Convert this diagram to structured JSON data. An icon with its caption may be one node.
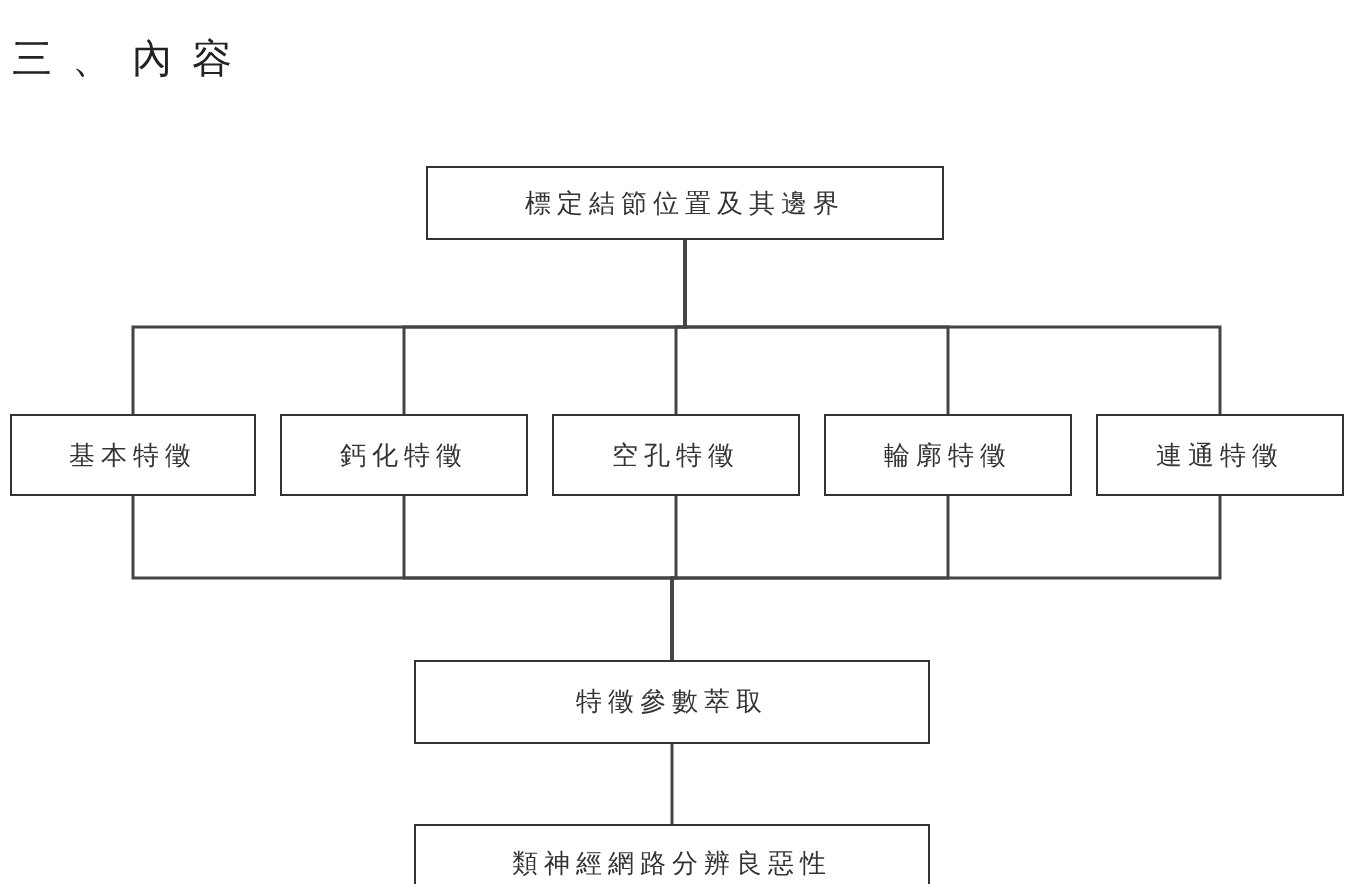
{
  "diagram": {
    "title": "三、內容",
    "nodes": [
      {
        "text": [
          "標定結節位置及其邊界"
        ]
      },
      {
        "text": [
          "基本特徵"
        ]
      },
      {
        "text": [
          "鈣化特徵"
        ]
      },
      {
        "text": [
          "空孔特徵"
        ]
      },
      {
        "text": [
          "輪廓特徵"
        ]
      },
      {
        "text": [
          "連通特徵"
        ]
      },
      {
        "text": [
          "特徵參數萃取"
        ]
      },
      {
        "text": [
          "類神經網路分辨良惡性"
        ]
      }
    ],
    "edges": [
      {
        "from": 0,
        "to": 1,
        "arrow": "none"
      },
      {
        "from": 0,
        "to": 2,
        "arrow": "none"
      },
      {
        "from": 0,
        "to": 3,
        "arrow": "none"
      },
      {
        "from": 0,
        "to": 4,
        "arrow": "none"
      },
      {
        "from": 0,
        "to": 5,
        "arrow": "none"
      },
      {
        "from": 1,
        "to": 6,
        "arrow": "none"
      },
      {
        "from": 2,
        "to": 6,
        "arrow": "none"
      },
      {
        "from": 3,
        "to": 6,
        "arrow": "none"
      },
      {
        "from": 4,
        "to": 6,
        "arrow": "none"
      },
      {
        "from": 5,
        "to": 6,
        "arrow": "none"
      },
      {
        "from": 6,
        "to": 7,
        "arrow": "none"
      }
    ]
  }
}
